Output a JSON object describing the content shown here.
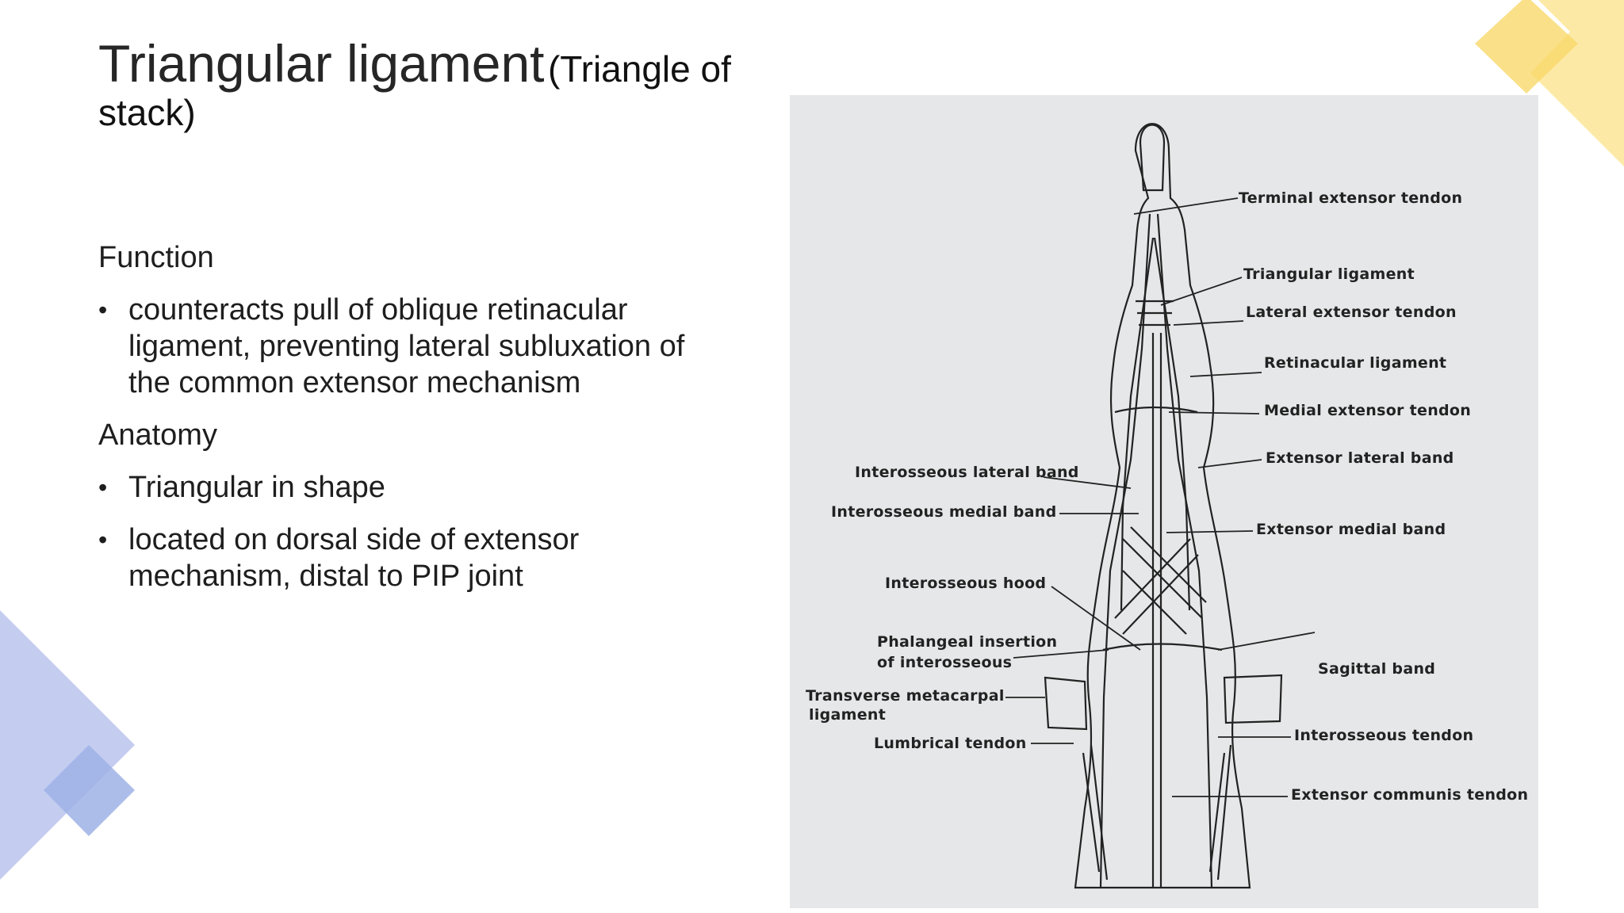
{
  "slide": {
    "title_main": "Triangular ligament",
    "title_sub": "(Triangle of stack)",
    "function_heading": "Function",
    "function_bullets": [
      "counteracts pull of oblique retinacular ligament, preventing lateral subluxation of the common extensor mechanism"
    ],
    "anatomy_heading": "Anatomy",
    "anatomy_bullets": [
      "Triangular in shape",
      "located on dorsal side of extensor mechanism, distal to PIP joint"
    ],
    "bullet_glyph": "•"
  },
  "figure": {
    "labels_right": [
      "Terminal extensor tendon",
      "Triangular ligament",
      "Lateral extensor tendon",
      "Retinacular ligament",
      "Medial extensor tendon",
      "Extensor lateral band",
      "Extensor medial band",
      "Sagittal band",
      "Interosseous tendon",
      "Extensor communis tendon"
    ],
    "labels_left": [
      "Interosseous lateral band",
      "Interosseous medial band",
      "Interosseous hood",
      "Phalangeal insertion",
      "of interosseous",
      "Transverse metacarpal",
      "ligament",
      "Lumbrical tendon"
    ]
  },
  "colors": {
    "accent_yellow": "#f9d86a",
    "accent_yellow_light": "#fde9a6",
    "accent_blue": "#b4c0ec",
    "accent_blue_dark": "#8fa4e0",
    "figure_bg": "#e6e7e8"
  }
}
